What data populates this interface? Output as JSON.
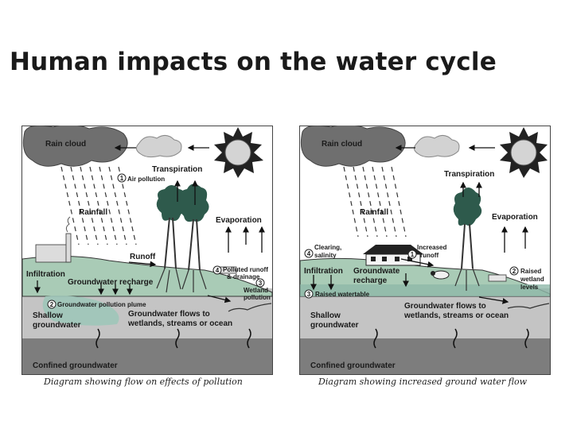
{
  "title": "Human impacts on the water cycle",
  "left_diagram": {
    "caption": "Diagram showing flow on effects of pollution",
    "rain_cloud": "Rain cloud",
    "transpiration": "Transpiration",
    "air_pollution_num": "1",
    "air_pollution": "Air pollution",
    "rainfall": "Rainfall",
    "evaporation": "Evaporation",
    "runoff": "Runoff",
    "polluted_num": "4",
    "polluted_1": "Polluted runoff",
    "polluted_2": "& drainage",
    "infiltration": "Infiltration",
    "recharge": "Groundwater recharge",
    "wetland_num": "3",
    "wetland_1": "Wetland",
    "wetland_2": "pollution",
    "plume_num": "2",
    "plume": "Groundwater pollution plume",
    "shallow_1": "Shallow",
    "shallow_2": "groundwater",
    "flows_1": "Groundwater flows to",
    "flows_2": "wetlands, streams or ocean",
    "confined": "Confined groundwater"
  },
  "right_diagram": {
    "caption": "Diagram showing increased ground water flow",
    "rain_cloud": "Rain cloud",
    "transpiration": "Transpiration",
    "rainfall": "Rainfall",
    "evaporation": "Evaporation",
    "clearing_num": "4",
    "clearing_1": "Clearing,",
    "clearing_2": "salinity",
    "runoff_num": "1",
    "runoff_1": "Increased",
    "runoff_2": "runoff",
    "raised_num": "2",
    "raised_1": "Raised",
    "raised_2": "wetland",
    "raised_3": "levels",
    "infiltration": "Infiltration",
    "recharge_1": "Groundwate",
    "recharge_2": "recharge",
    "watertable_num": "3",
    "watertable": "Raised watertable",
    "flows_1": "Groundwater flows to",
    "flows_2": "wetlands, streams or ocean",
    "shallow_1": "Shallow",
    "shallow_2": "groundwater",
    "confined": "Confined groundwater"
  }
}
